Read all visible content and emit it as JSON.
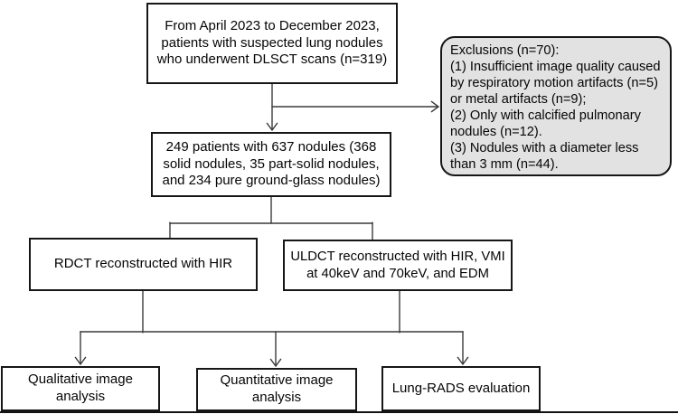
{
  "diagram": {
    "type": "study-flowchart",
    "boxes": {
      "source": {
        "lines": [
          "From April 2023 to December 2023,",
          "patients with suspected lung nodules",
          "who underwent DLSCT scans (n=319)"
        ]
      },
      "exclusions": {
        "lines": [
          "Exclusions (n=70):",
          "(1) Insufficient image quality caused",
          "by respiratory motion artifacts (n=5)",
          "or metal artifacts (n=9);",
          "(2) Only with calcified pulmonary",
          "nodules (n=12).",
          "(3) Nodules with a diameter less",
          "than 3 mm (n=44)."
        ]
      },
      "cohort": {
        "lines": [
          "249 patients with 637 nodules (368",
          "solid nodules, 35 part-solid nodules,",
          "and 234 pure ground-glass nodules)"
        ]
      },
      "rdct": {
        "lines": [
          "RDCT reconstructed with HIR"
        ]
      },
      "uldct": {
        "lines": [
          "ULDCT reconstructed with HIR, VMI",
          "at 40keV and 70keV, and EDM"
        ]
      },
      "qualitative": {
        "lines": [
          "Qualitative image",
          "analysis"
        ]
      },
      "quantitative": {
        "lines": [
          "Quantitative image",
          "analysis"
        ]
      },
      "lungrads": {
        "lines": [
          "Lung-RADS evaluation"
        ]
      }
    },
    "counts": {
      "screened_patients": 319,
      "excluded_patients": 70,
      "excluded_motion_artifacts": 5,
      "excluded_metal_artifacts": 9,
      "excluded_calcified_nodules": 12,
      "excluded_small_nodules": 44,
      "included_patients": 249,
      "total_nodules": 637,
      "solid_nodules": 368,
      "part_solid_nodules": 35,
      "pure_ground_glass_nodules": 234
    },
    "colors": {
      "background": "#ffffff",
      "box_border": "#161616",
      "box_fill": "#ffffff",
      "exclusion_fill": "#e2e2e2",
      "connector": "#3a3a3a",
      "text": "#050505"
    }
  }
}
